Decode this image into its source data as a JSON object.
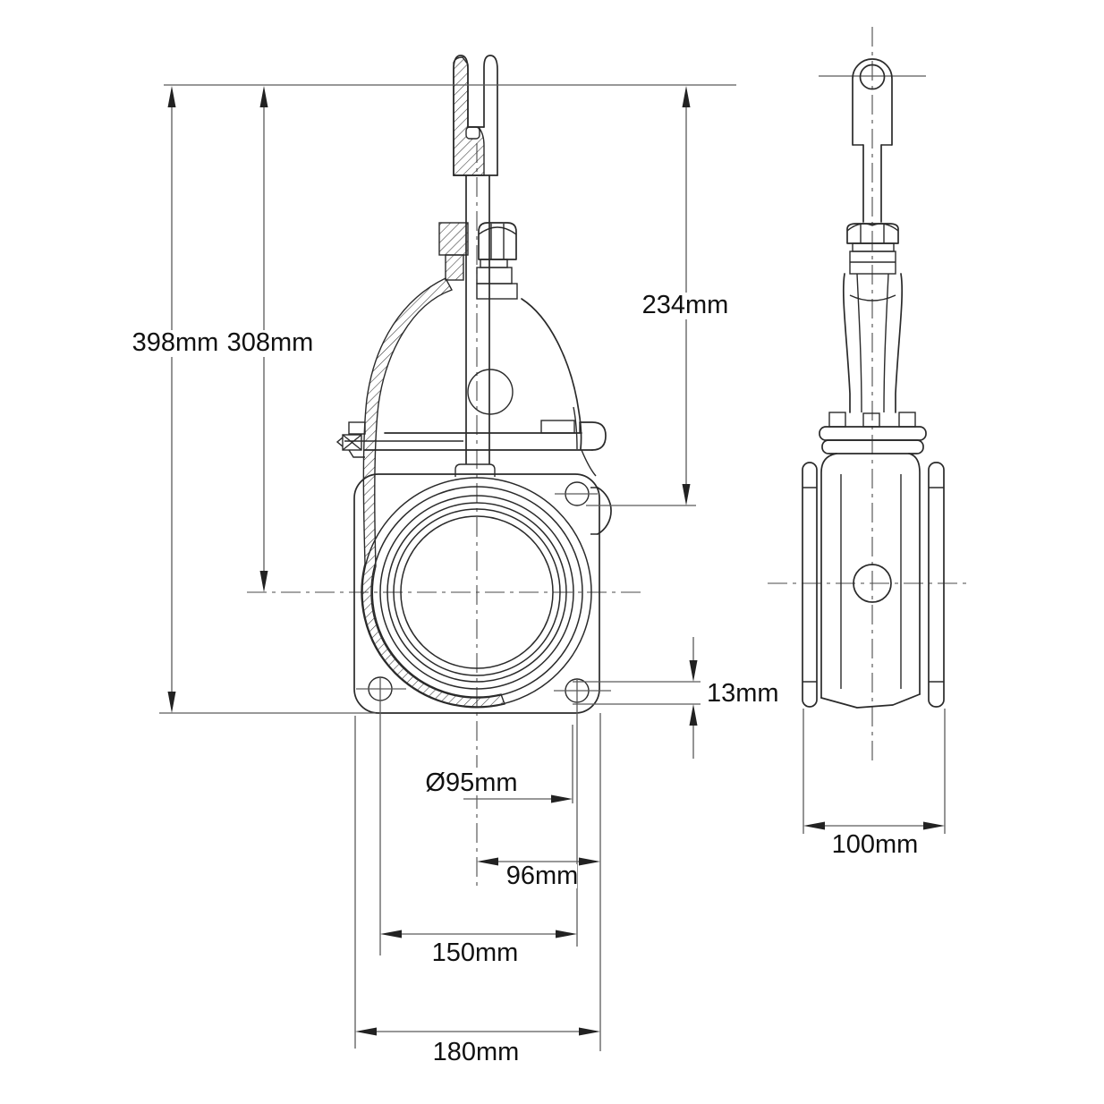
{
  "drawing": {
    "kind": "gate-valve-2-view-technical-drawing",
    "views": {
      "front": "sectioned front elevation",
      "side": "side elevation"
    }
  },
  "colors": {
    "background": "#ffffff",
    "part_line": "#2a2a2a",
    "dimension_line": "#5a5a5a",
    "arrow": "#222222",
    "text": "#111111"
  },
  "dimensions": {
    "front_view": [
      {
        "id": "overall-height",
        "label": "398mm",
        "orientation": "vertical"
      },
      {
        "id": "height-to-centerline",
        "label": "308mm",
        "orientation": "vertical"
      },
      {
        "id": "top-to-flange-hole",
        "label": "234mm",
        "orientation": "vertical"
      },
      {
        "id": "bolt-hole-diameter",
        "label": "13mm",
        "orientation": "vertical"
      },
      {
        "id": "bore-diameter",
        "label": "Ø95mm",
        "orientation": "horizontal"
      },
      {
        "id": "centerline-to-edge",
        "label": "96mm",
        "orientation": "horizontal"
      },
      {
        "id": "bolt-hole-spacing",
        "label": "150mm",
        "orientation": "horizontal"
      },
      {
        "id": "flange-width",
        "label": "180mm",
        "orientation": "horizontal"
      }
    ],
    "side_view": [
      {
        "id": "body-depth",
        "label": "100mm",
        "orientation": "horizontal"
      }
    ]
  }
}
